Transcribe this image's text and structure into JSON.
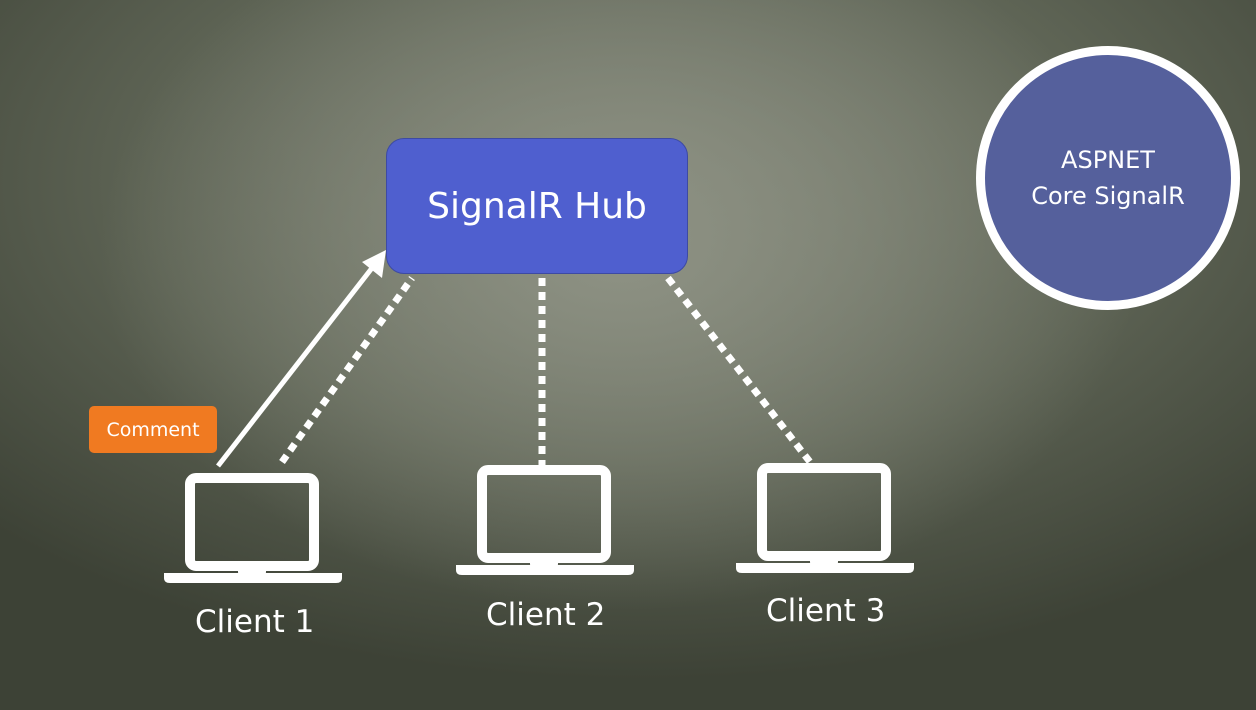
{
  "diagram": {
    "hub_label": "SignalR Hub",
    "badge_line1": "ASPNET",
    "badge_line2": "Core SignalR",
    "comment_label": "Comment",
    "clients": [
      {
        "label": "Client 1"
      },
      {
        "label": "Client 2"
      },
      {
        "label": "Client 3"
      }
    ]
  },
  "colors": {
    "hub_fill": "#4f5fcf",
    "comment_fill": "#f07a21",
    "badge_fill": "#55609c",
    "line": "#ffffff"
  }
}
